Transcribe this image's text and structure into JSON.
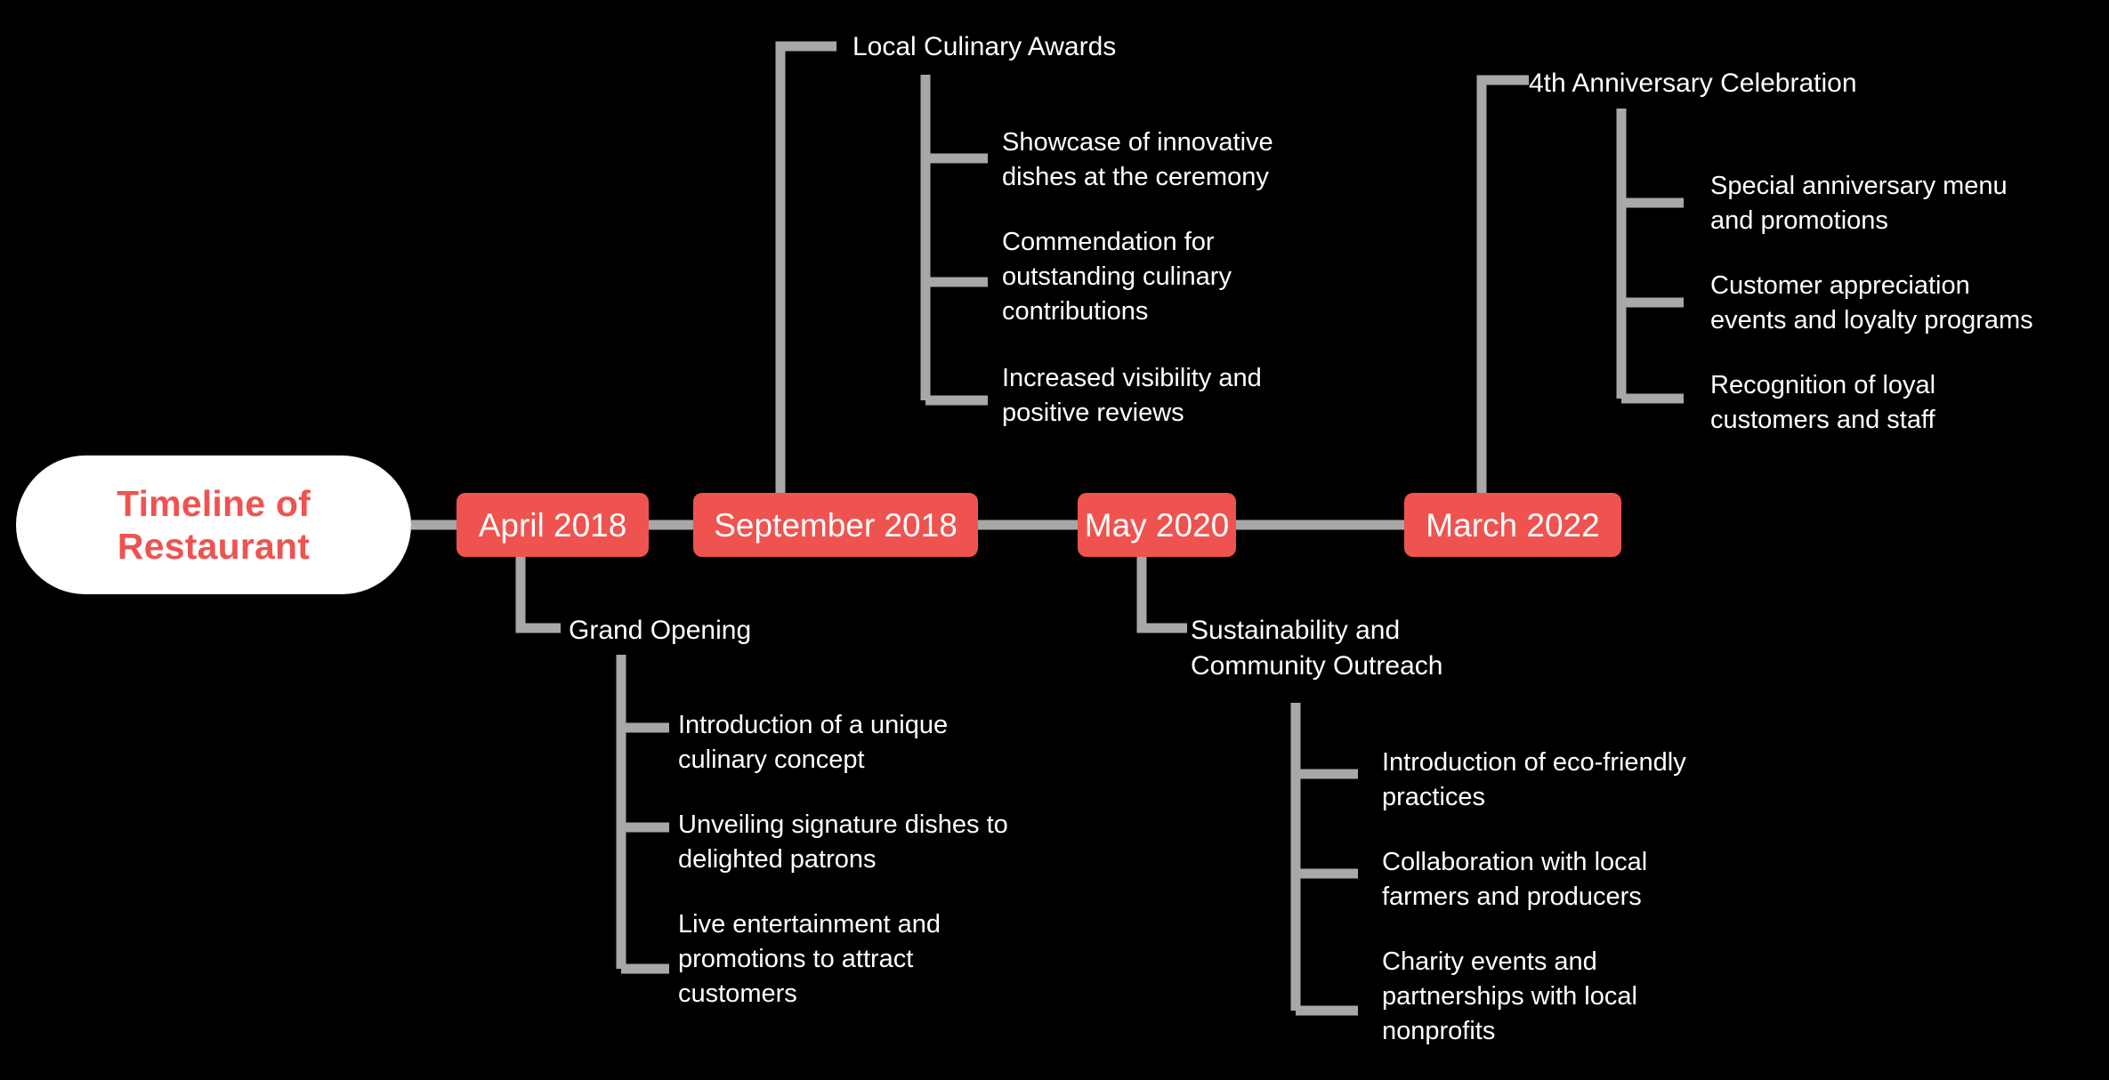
{
  "theme": {
    "background": "#000000",
    "node_red": "#ef5350",
    "root_fill": "#ffffff",
    "root_text": "#ef5350",
    "connector_gray": "#a8a8a8",
    "text_white": "#ffffff"
  },
  "diagram": {
    "type": "timeline",
    "root": {
      "title": "Timeline of\nRestaurant"
    },
    "milestones": [
      {
        "date": "April 2018",
        "event": "Grand Opening",
        "details": [
          "Introduction of a unique\nculinary concept",
          "Unveiling signature dishes to\ndelighted patrons",
          "Live entertainment and\npromotions to attract\ncustomers"
        ]
      },
      {
        "date": "September 2018",
        "event": "Local Culinary Awards",
        "details": [
          "Showcase of innovative\ndishes at the ceremony",
          "Commendation for\noutstanding culinary\ncontributions",
          "Increased visibility and\npositive reviews"
        ]
      },
      {
        "date": "May 2020",
        "event": "Sustainability and\nCommunity Outreach",
        "details": [
          "Introduction of eco-friendly\npractices",
          "Collaboration with local\nfarmers and producers",
          "Charity events and\npartnerships with local\nnonprofits"
        ]
      },
      {
        "date": "March 2022",
        "event": "4th Anniversary Celebration",
        "details": [
          "Special anniversary menu\nand promotions",
          "Customer appreciation\nevents and loyalty programs",
          "Recognition of loyal\ncustomers and staff"
        ]
      }
    ]
  }
}
